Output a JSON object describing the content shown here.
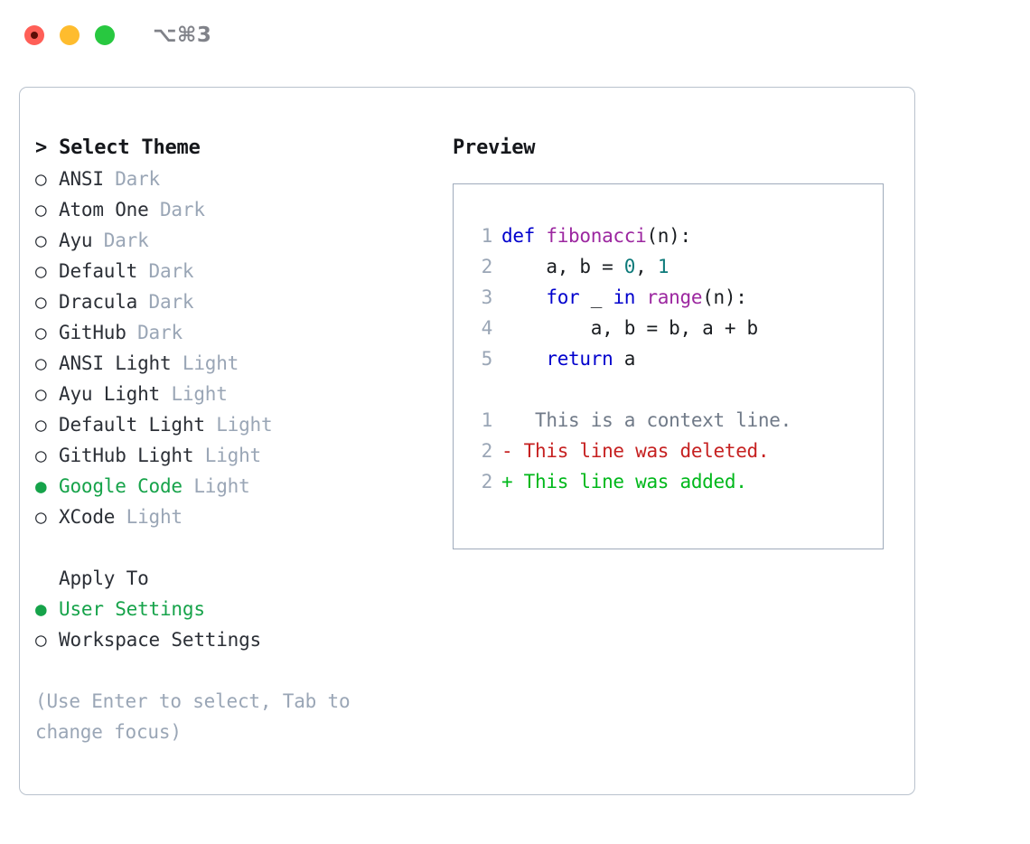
{
  "titlebar": {
    "title": "⌥⌘3",
    "traffic_lights": [
      {
        "name": "close",
        "color": "#ff5f57",
        "recording": true
      },
      {
        "name": "minimize",
        "color": "#febc2e",
        "recording": false
      },
      {
        "name": "maximize",
        "color": "#28c840",
        "recording": false
      }
    ]
  },
  "theme_picker": {
    "header": "> Select Theme",
    "selected_marker": "●",
    "unselected_marker": "○",
    "accent_color": "#16a34a",
    "options": [
      {
        "name": "ANSI",
        "variant": "Dark",
        "selected": false
      },
      {
        "name": "Atom One",
        "variant": "Dark",
        "selected": false
      },
      {
        "name": "Ayu",
        "variant": "Dark",
        "selected": false
      },
      {
        "name": "Default",
        "variant": "Dark",
        "selected": false
      },
      {
        "name": "Dracula",
        "variant": "Dark",
        "selected": false
      },
      {
        "name": "GitHub",
        "variant": "Dark",
        "selected": false
      },
      {
        "name": "ANSI Light",
        "variant": "Light",
        "selected": false
      },
      {
        "name": "Ayu Light",
        "variant": "Light",
        "selected": false
      },
      {
        "name": "Default Light",
        "variant": "Light",
        "selected": false
      },
      {
        "name": "GitHub Light",
        "variant": "Light",
        "selected": false
      },
      {
        "name": "Google Code",
        "variant": "Light",
        "selected": true
      },
      {
        "name": "XCode",
        "variant": "Light",
        "selected": false
      }
    ]
  },
  "apply_to": {
    "header": "Apply To",
    "options": [
      {
        "name": "User Settings",
        "selected": true
      },
      {
        "name": "Workspace Settings",
        "selected": false
      }
    ]
  },
  "hint": "(Use Enter to select, Tab to change focus)",
  "preview": {
    "title": "Preview",
    "code_lines": [
      {
        "ln": "1",
        "tokens": [
          {
            "t": "def",
            "c": "kw"
          },
          {
            "t": " ",
            "c": "pl"
          },
          {
            "t": "fibonacci",
            "c": "fn"
          },
          {
            "t": "(n):",
            "c": "pl"
          }
        ]
      },
      {
        "ln": "2",
        "tokens": [
          {
            "t": "    a, b = ",
            "c": "pl"
          },
          {
            "t": "0",
            "c": "num"
          },
          {
            "t": ", ",
            "c": "pl"
          },
          {
            "t": "1",
            "c": "num"
          }
        ]
      },
      {
        "ln": "3",
        "tokens": [
          {
            "t": "    ",
            "c": "pl"
          },
          {
            "t": "for",
            "c": "kw"
          },
          {
            "t": " _ ",
            "c": "pl"
          },
          {
            "t": "in",
            "c": "kw"
          },
          {
            "t": " ",
            "c": "pl"
          },
          {
            "t": "range",
            "c": "fn"
          },
          {
            "t": "(n):",
            "c": "pl"
          }
        ]
      },
      {
        "ln": "4",
        "tokens": [
          {
            "t": "        a, b = b, a + b",
            "c": "pl"
          }
        ]
      },
      {
        "ln": "5",
        "tokens": [
          {
            "t": "    ",
            "c": "pl"
          },
          {
            "t": "return",
            "c": "kw"
          },
          {
            "t": " a",
            "c": "pl"
          }
        ]
      }
    ],
    "diff_lines": [
      {
        "ln": "1",
        "marker": " ",
        "text": "  This is a context line.",
        "kind": "diff-ctx"
      },
      {
        "ln": "2",
        "marker": "-",
        "text": " This line was deleted.",
        "kind": "diff-del"
      },
      {
        "ln": "2",
        "marker": "+",
        "text": " This line was added.",
        "kind": "diff-add"
      }
    ],
    "colors": {
      "keyword": "#0000cd",
      "function": "#9c27a0",
      "number": "#0d7a7a",
      "plain": "#1a1d21",
      "line_number": "#9aa6b6",
      "diff_context": "#707a88",
      "diff_deleted": "#c62121",
      "diff_added": "#00b81b"
    }
  }
}
